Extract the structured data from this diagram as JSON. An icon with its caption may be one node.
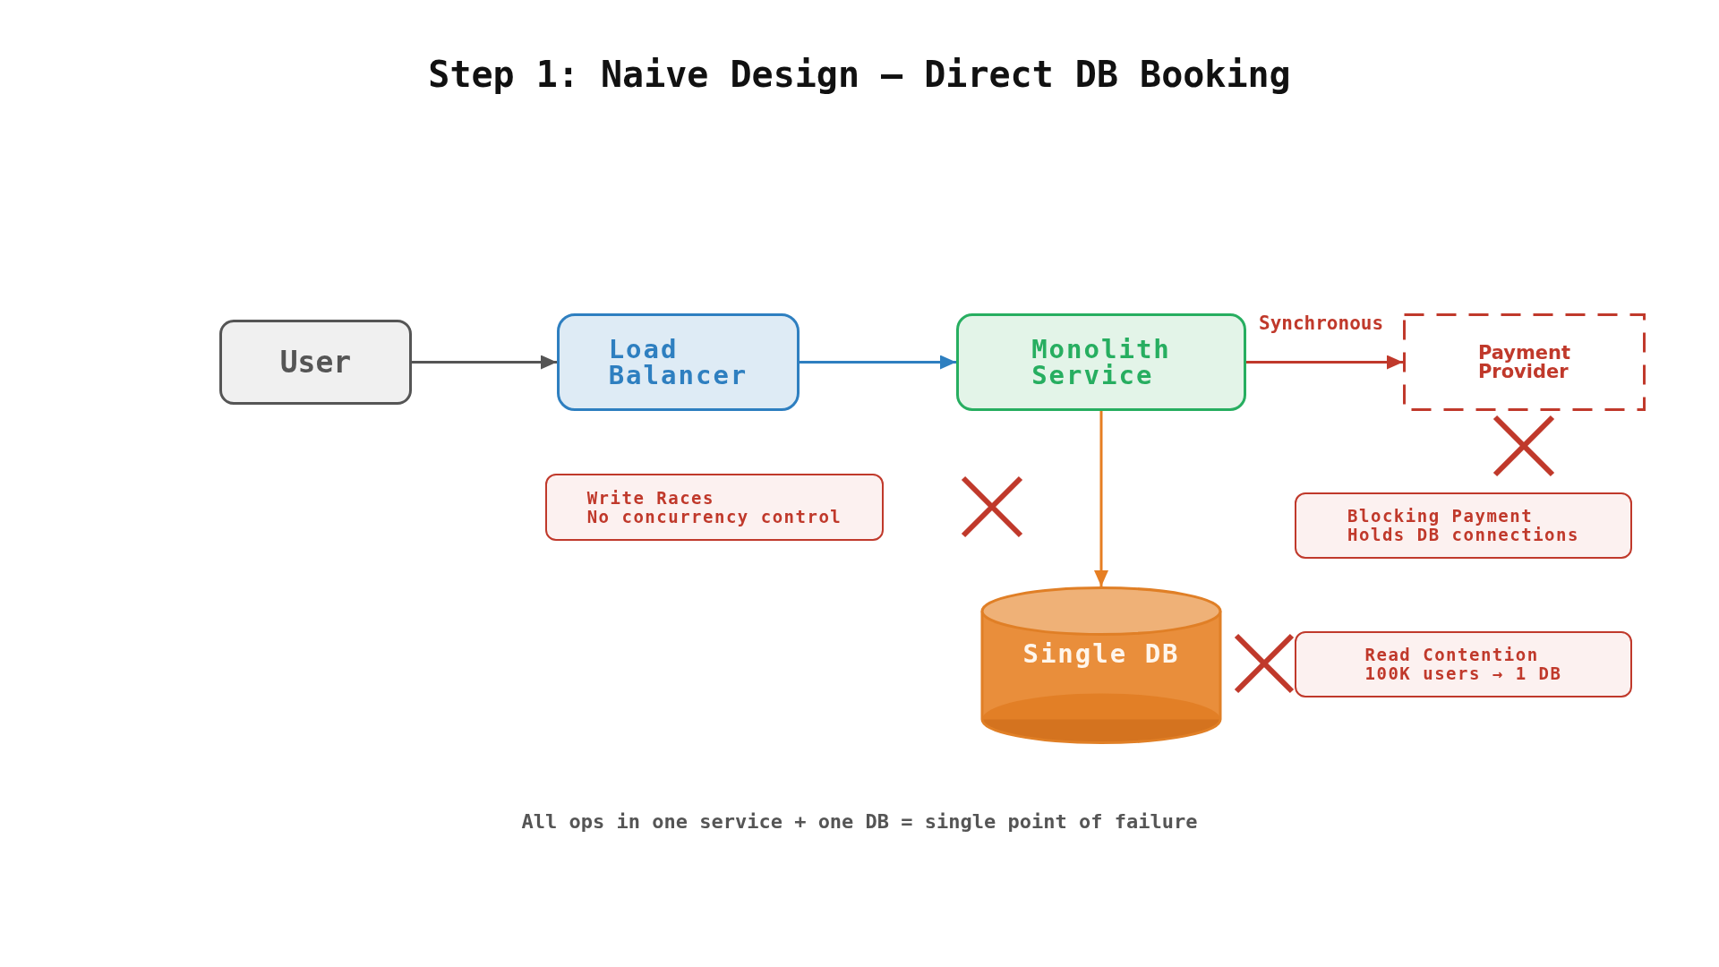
{
  "diagram": {
    "title": "Step 1: Naive Design — Direct DB Booking",
    "caption": "All ops in one service + one DB = single point of failure",
    "nodes": [
      {
        "text": [
          "User"
        ]
      },
      {
        "text": [
          "Load Balancer"
        ]
      },
      {
        "text": [
          "Monolith Service"
        ]
      },
      {
        "text": [
          "Payment Provider"
        ]
      },
      {
        "text": [
          "Write Races",
          "No concurrency control"
        ]
      },
      {
        "text": [
          "Blocking Payment",
          "Holds DB connections"
        ]
      },
      {
        "text": [
          "Single DB"
        ]
      },
      {
        "text": [
          "Read Contention",
          "100K users → 1 DB"
        ]
      }
    ],
    "edges": [
      {
        "from": 0,
        "to": 1,
        "arrow": "to",
        "color": "#555555"
      },
      {
        "from": 1,
        "to": 2,
        "arrow": "to",
        "color": "#2e7fc0"
      },
      {
        "from": 2,
        "to": 3,
        "arrow": "to",
        "label": "Synchronous",
        "color": "#c0392b"
      },
      {
        "from": 2,
        "to": 6,
        "arrow": "to",
        "color": "#e67e22"
      }
    ]
  }
}
